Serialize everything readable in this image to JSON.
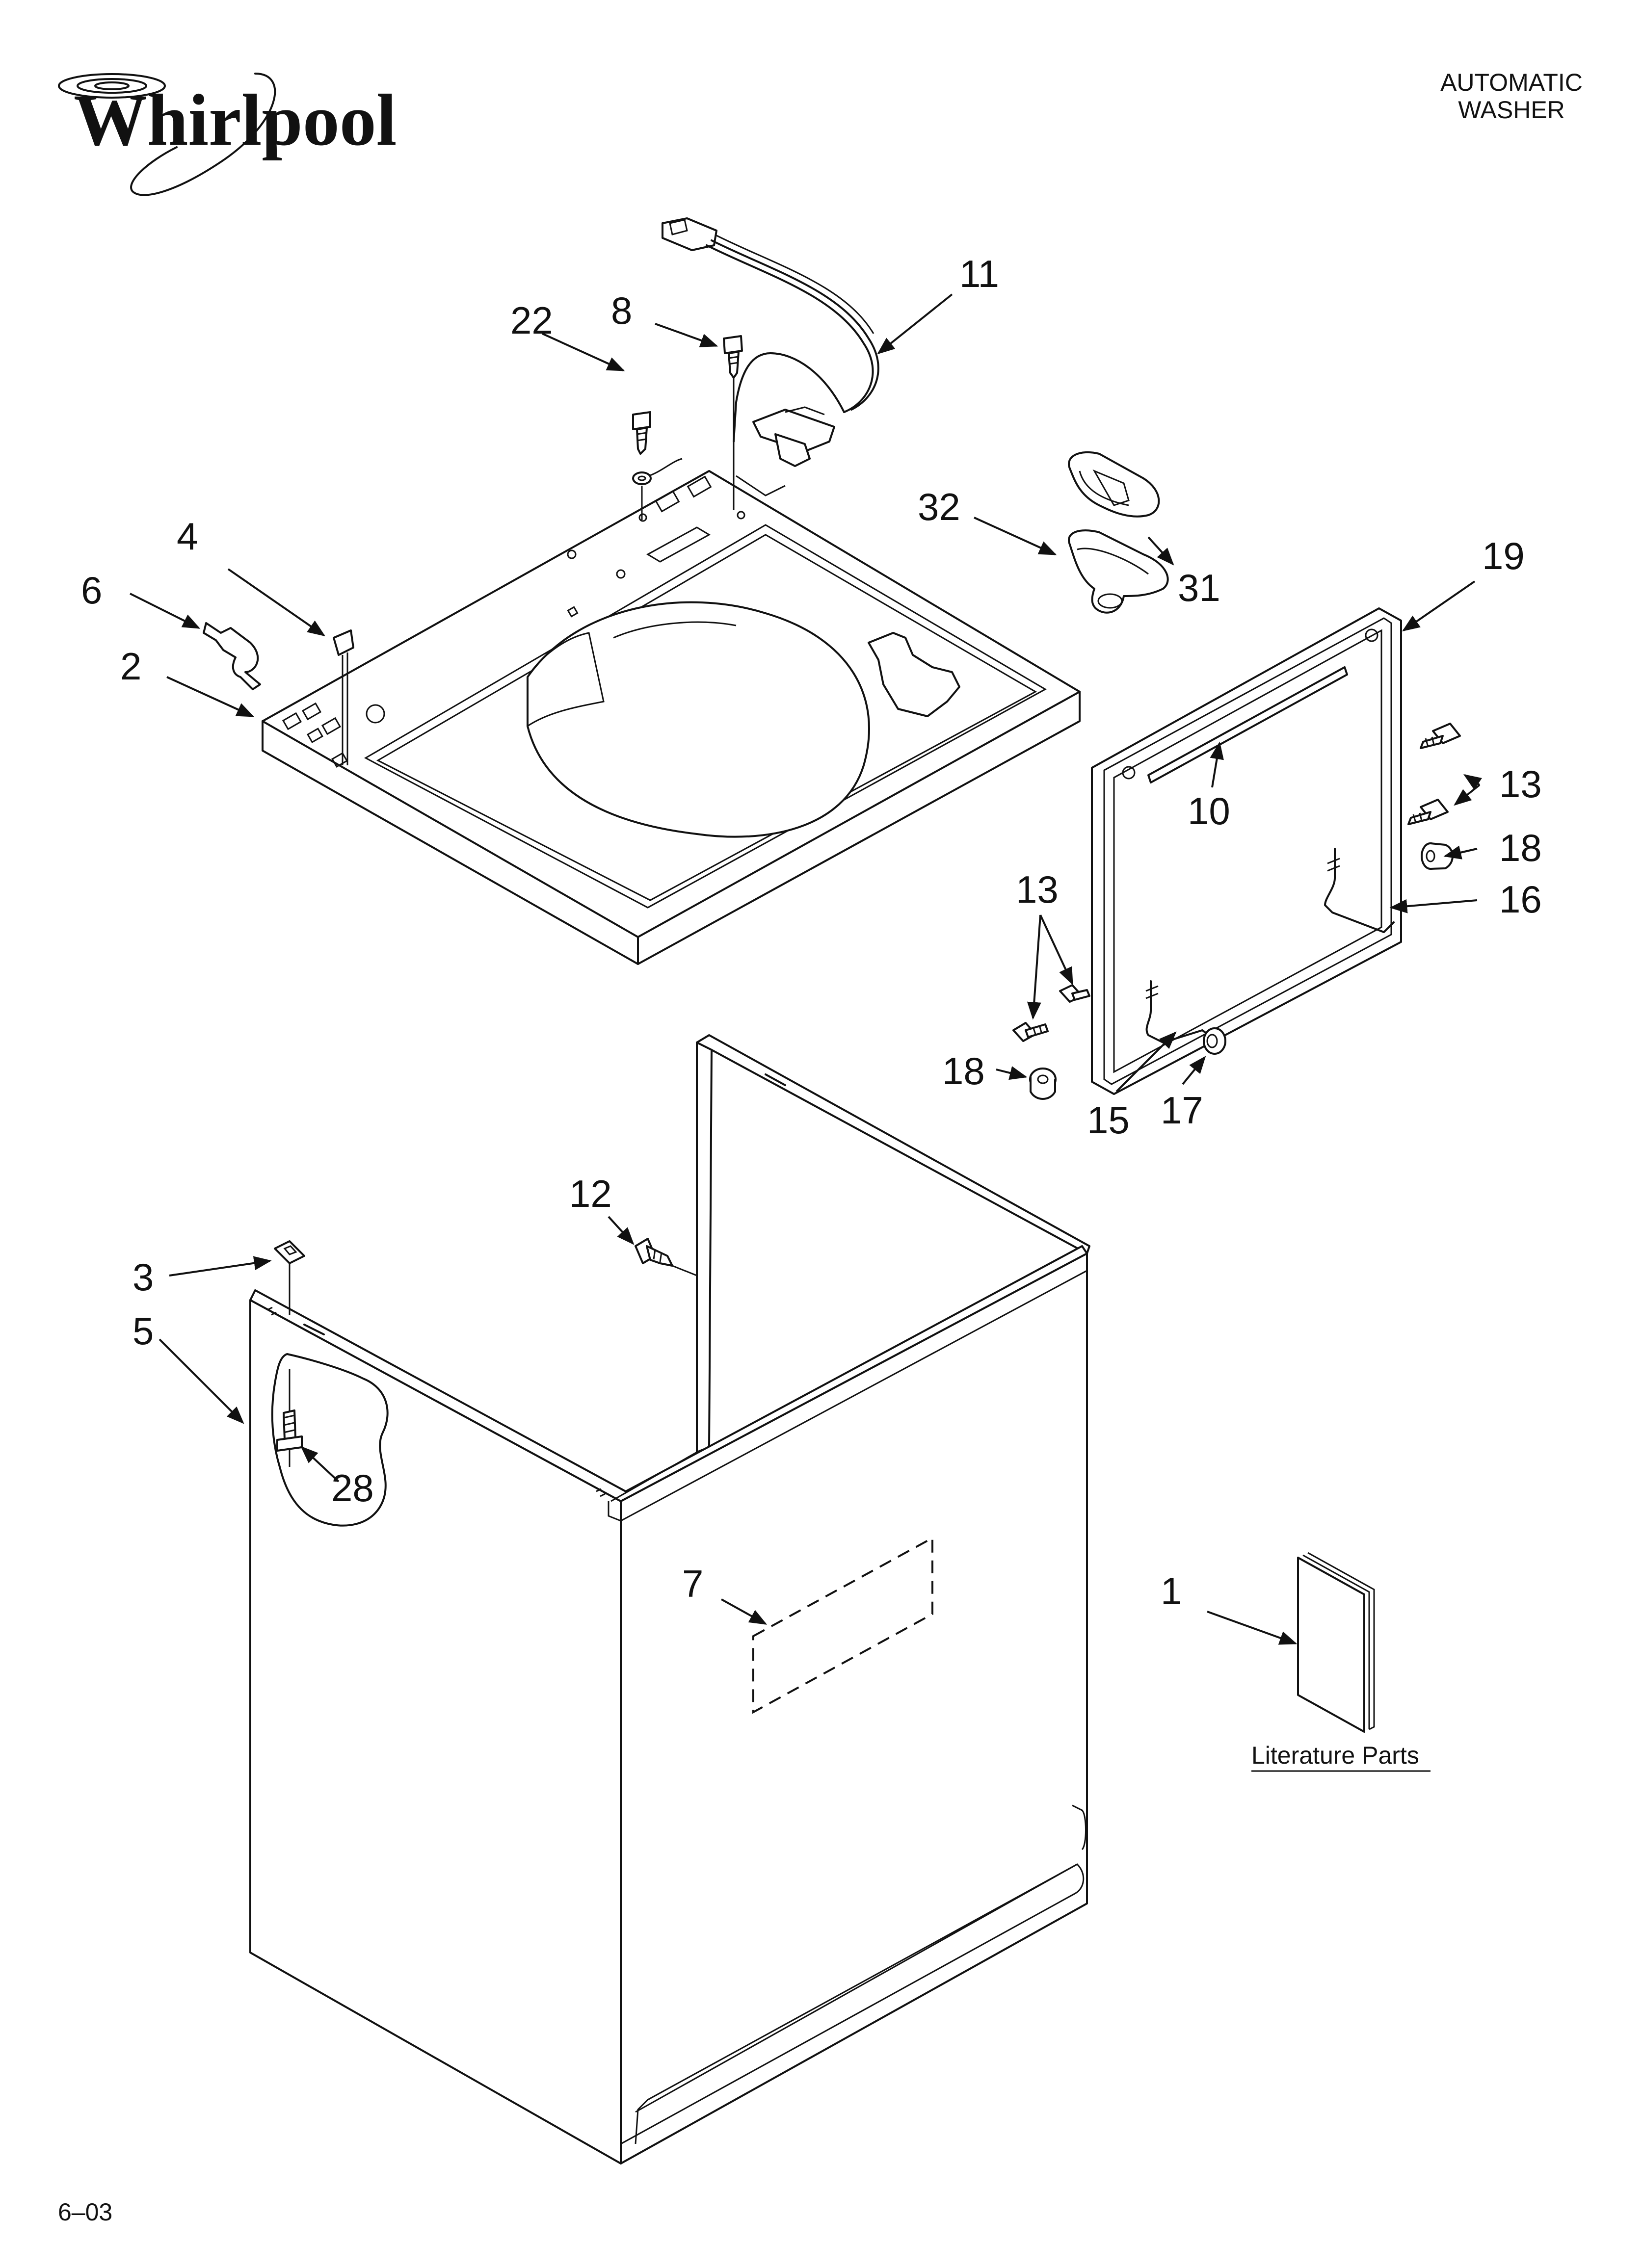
{
  "brand": {
    "name": "Whirlpool",
    "logo_icon": "whirlpool-swirl-icon"
  },
  "header": {
    "title_line1": "AUTOMATIC",
    "title_line2": "WASHER"
  },
  "footer": {
    "code": "6–03"
  },
  "literature": {
    "label": "Literature Parts"
  },
  "callouts": [
    {
      "id": "c1",
      "text": "1"
    },
    {
      "id": "c2",
      "text": "2"
    },
    {
      "id": "c3",
      "text": "3"
    },
    {
      "id": "c4",
      "text": "4"
    },
    {
      "id": "c5",
      "text": "5"
    },
    {
      "id": "c6",
      "text": "6"
    },
    {
      "id": "c7",
      "text": "7"
    },
    {
      "id": "c8",
      "text": "8"
    },
    {
      "id": "c10",
      "text": "10"
    },
    {
      "id": "c11",
      "text": "11"
    },
    {
      "id": "c12",
      "text": "12"
    },
    {
      "id": "c13a",
      "text": "13"
    },
    {
      "id": "c13b",
      "text": "13"
    },
    {
      "id": "c15",
      "text": "15"
    },
    {
      "id": "c16",
      "text": "16"
    },
    {
      "id": "c17",
      "text": "17"
    },
    {
      "id": "c18a",
      "text": "18"
    },
    {
      "id": "c18b",
      "text": "18"
    },
    {
      "id": "c19",
      "text": "19"
    },
    {
      "id": "c22",
      "text": "22"
    },
    {
      "id": "c28",
      "text": "28"
    },
    {
      "id": "c31",
      "text": "31"
    },
    {
      "id": "c32",
      "text": "32"
    }
  ],
  "colors": {
    "ink": "#111111",
    "paper": "#ffffff"
  }
}
